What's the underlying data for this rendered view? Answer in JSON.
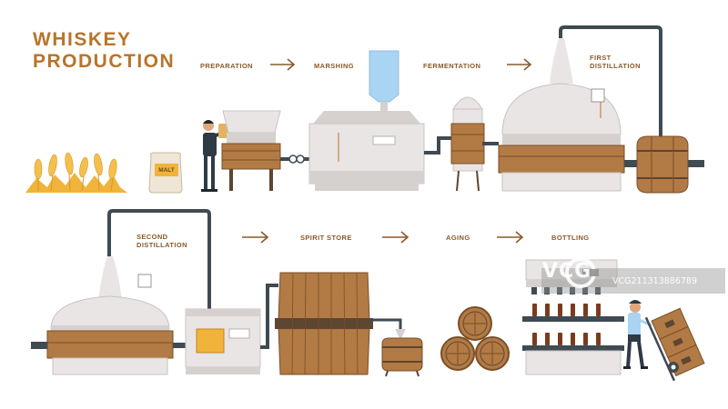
{
  "title": [
    "WHISKEY",
    "PRODUCTION"
  ],
  "steps": {
    "preparation": "PREPARATION",
    "marshing": "MARSHING",
    "fermentation": "FERMENTATION",
    "first_distillation": [
      "FIRST",
      "DISTILLATION"
    ],
    "second_distillation": [
      "SECOND",
      "DISTILLATION"
    ],
    "spirit_store": "SPIRIT STORE",
    "aging": "AGING",
    "bottling": "BOTTLING"
  },
  "sack_label": "MALT",
  "watermark": {
    "logo": "VCG",
    "text": "VCG211313886789"
  },
  "colors": {
    "title": "#b8742a",
    "label": "#8a5a2b",
    "wood": "#b27a44",
    "wood_dark": "#7a4f26",
    "metal": "#e9e5e4",
    "metal_shade": "#d6d1cf",
    "pipe": "#3f4a52",
    "wheat": "#f0b43a",
    "glass": "#a9d4f2"
  }
}
